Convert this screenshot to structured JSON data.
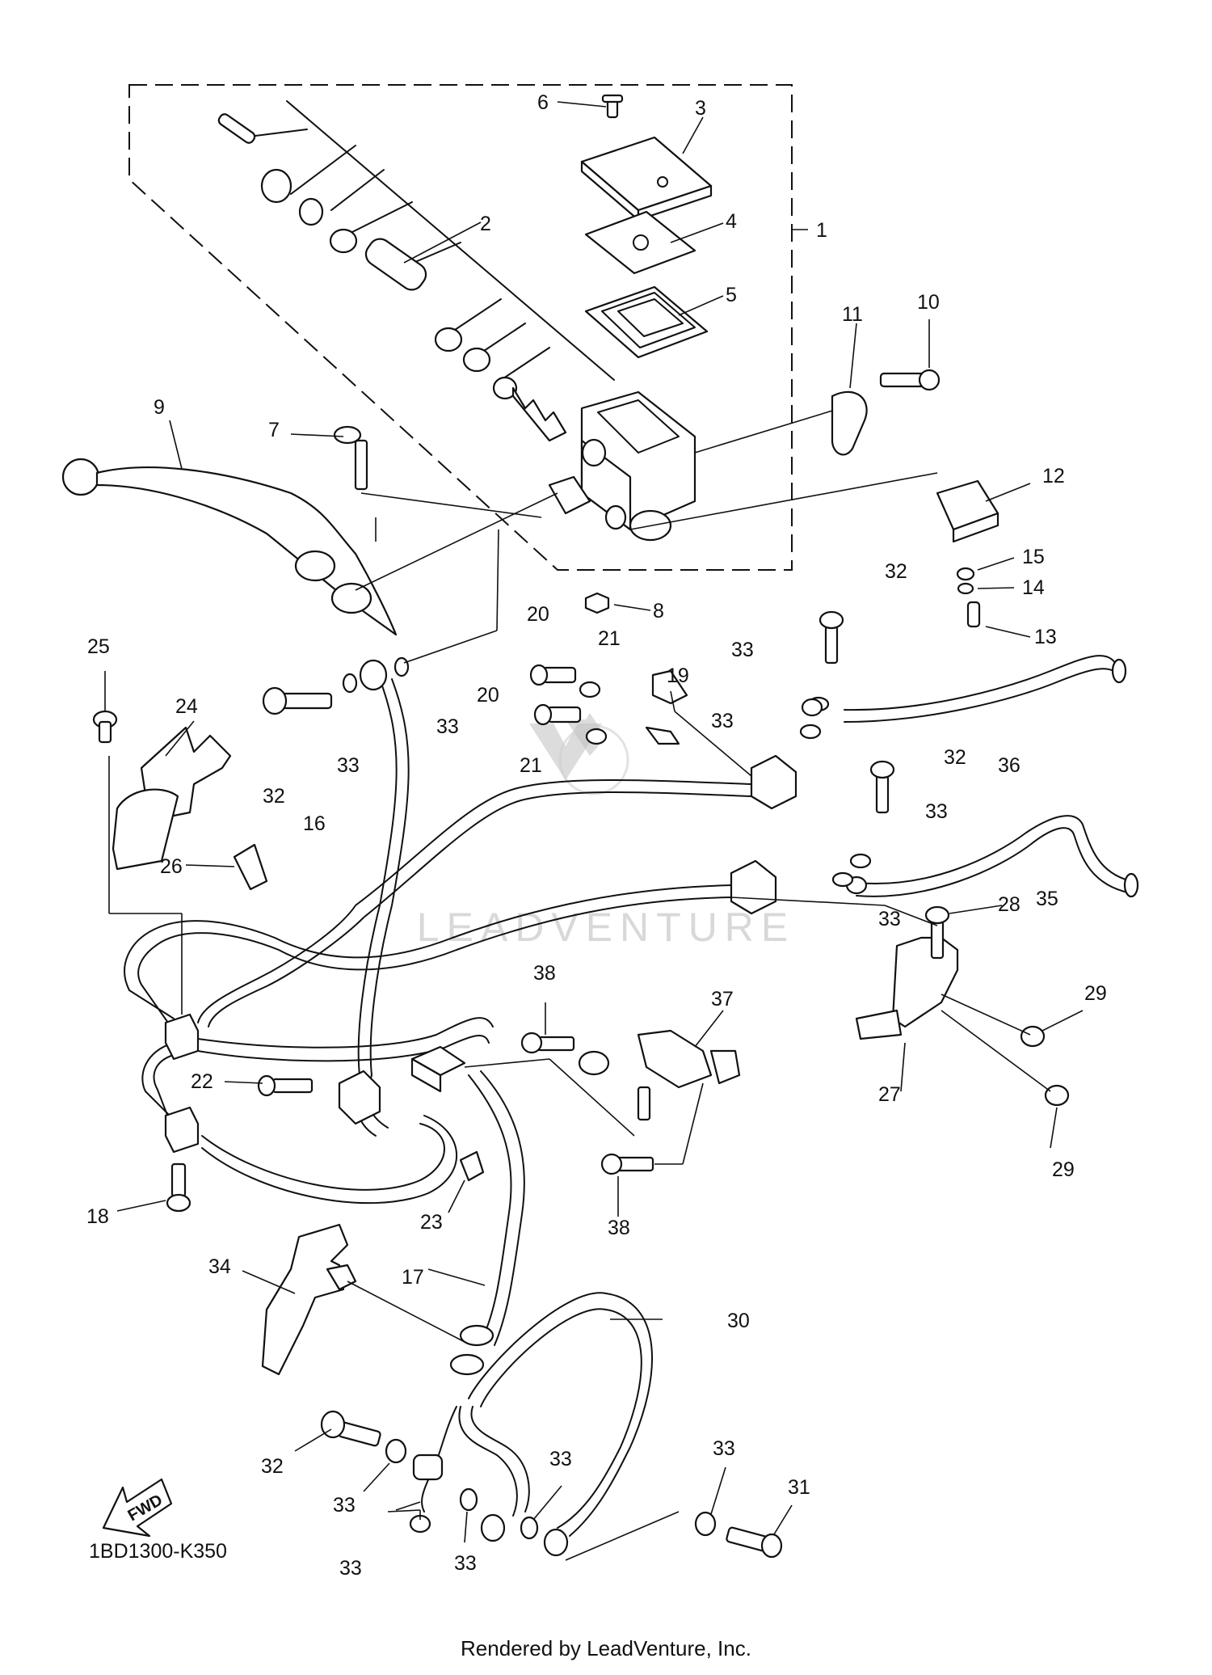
{
  "diagram": {
    "callouts": [
      "1",
      "2",
      "3",
      "4",
      "5",
      "6",
      "7",
      "8",
      "9",
      "10",
      "11",
      "12",
      "13",
      "14",
      "15",
      "16",
      "17",
      "18",
      "19",
      "20",
      "20",
      "21",
      "21",
      "22",
      "23",
      "24",
      "25",
      "26",
      "27",
      "28",
      "29",
      "29",
      "30",
      "31",
      "32",
      "32",
      "32",
      "32",
      "33",
      "33",
      "33",
      "33",
      "33",
      "33",
      "33",
      "33",
      "33",
      "33",
      "33",
      "34",
      "35",
      "36",
      "37",
      "38",
      "38"
    ],
    "fwd_label": "FWD",
    "watermark": "LEADVENTURE",
    "diagram_code": "1BD1300-K350",
    "credit": "Rendered by LeadVenture, Inc."
  }
}
